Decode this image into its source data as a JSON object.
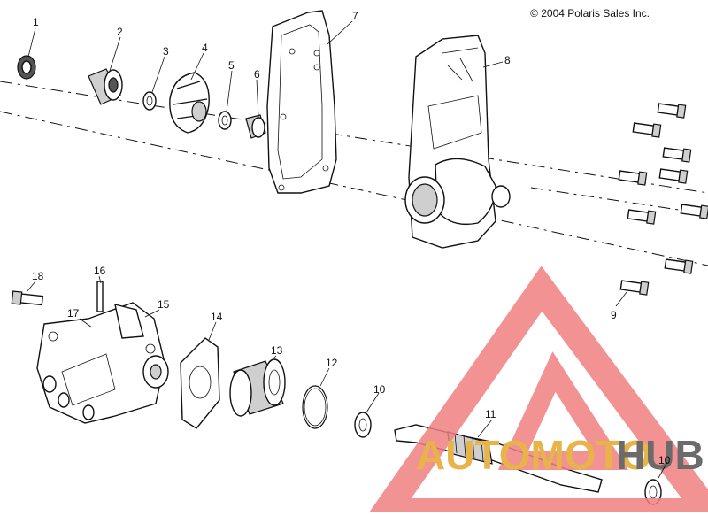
{
  "copyright": "© 2004 Polaris Sales Inc.",
  "callouts": [
    "1",
    "2",
    "3",
    "4",
    "5",
    "6",
    "7",
    "8",
    "9",
    "10",
    "11",
    "12",
    "13",
    "14",
    "15",
    "16",
    "17",
    "18",
    "10"
  ],
  "watermark": {
    "part1": "AUTOMOTO",
    "part2": "HUB",
    "accent_color": "#f08080",
    "gold_color": "#e8b44a",
    "gray_color": "#6b6b6b"
  }
}
